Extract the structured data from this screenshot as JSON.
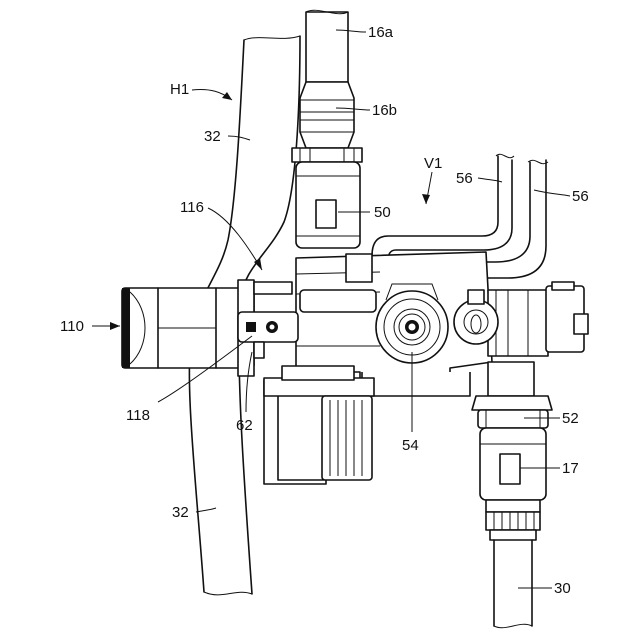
{
  "labels": {
    "l16a": "16a",
    "l16b": "16b",
    "lH1": "H1",
    "l32top": "32",
    "lV1": "V1",
    "l56a": "56",
    "l56b": "56",
    "l116": "116",
    "l50": "50",
    "l110": "110",
    "l118": "118",
    "l62": "62",
    "l54": "54",
    "l52": "52",
    "l17": "17",
    "l32bot": "32",
    "l30": "30"
  }
}
